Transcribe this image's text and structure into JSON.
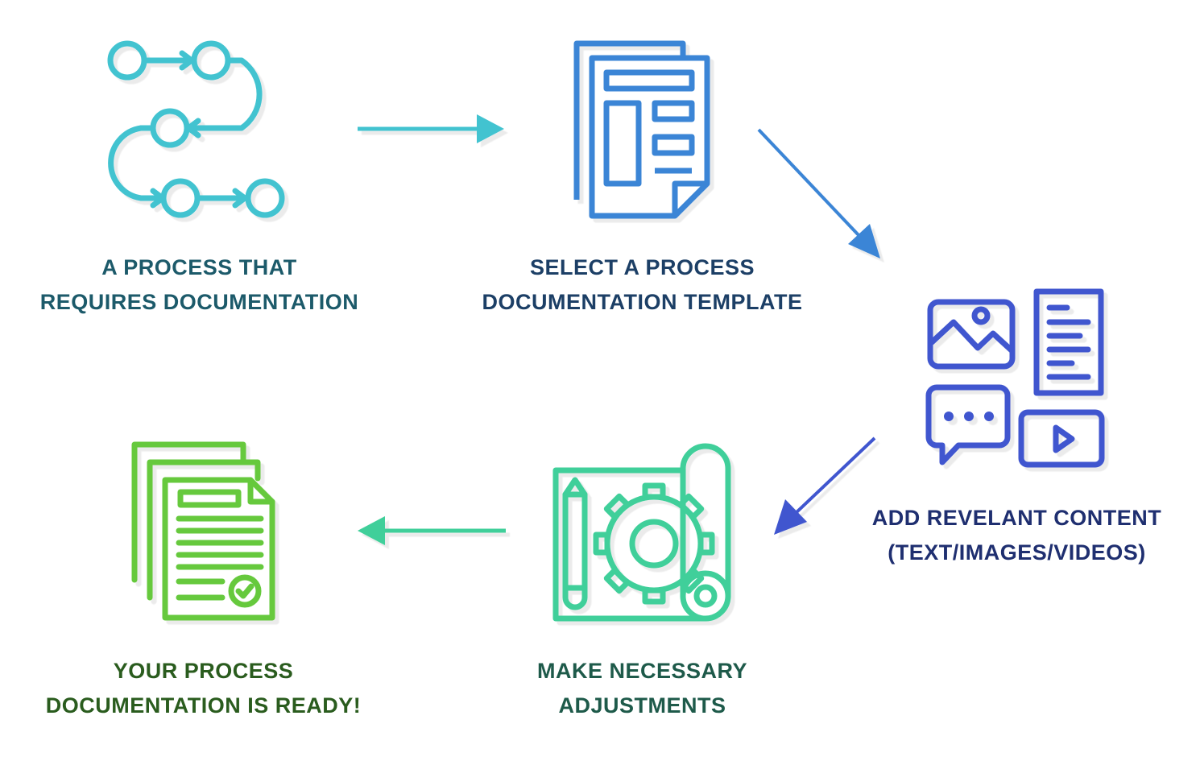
{
  "steps": [
    {
      "line1": "A PROCESS THAT",
      "line2": "REQUIRES DOCUMENTATION",
      "color": "#1c5a6a",
      "icon": "process-flow-icon"
    },
    {
      "line1": "SELECT A PROCESS",
      "line2": "DOCUMENTATION TEMPLATE",
      "color": "#1c3f66",
      "icon": "template-document-icon"
    },
    {
      "line1": "ADD REVELANT CONTENT",
      "line2": "(TEXT/IMAGES/VIDEOS)",
      "color": "#1f2f70",
      "icon": "content-media-icon"
    },
    {
      "line1": "MAKE NECESSARY",
      "line2": "ADJUSTMENTS",
      "color": "#1e5a4a",
      "icon": "blueprint-gear-icon"
    },
    {
      "line1": "YOUR PROCESS",
      "line2": "DOCUMENTATION IS READY!",
      "color": "#2a5c1e",
      "icon": "approved-document-icon"
    }
  ],
  "colors": {
    "teal": "#43c3d0",
    "blue": "#3a85d6",
    "indigo": "#3f56cf",
    "mint": "#3fcf9a",
    "green": "#66c93d"
  }
}
